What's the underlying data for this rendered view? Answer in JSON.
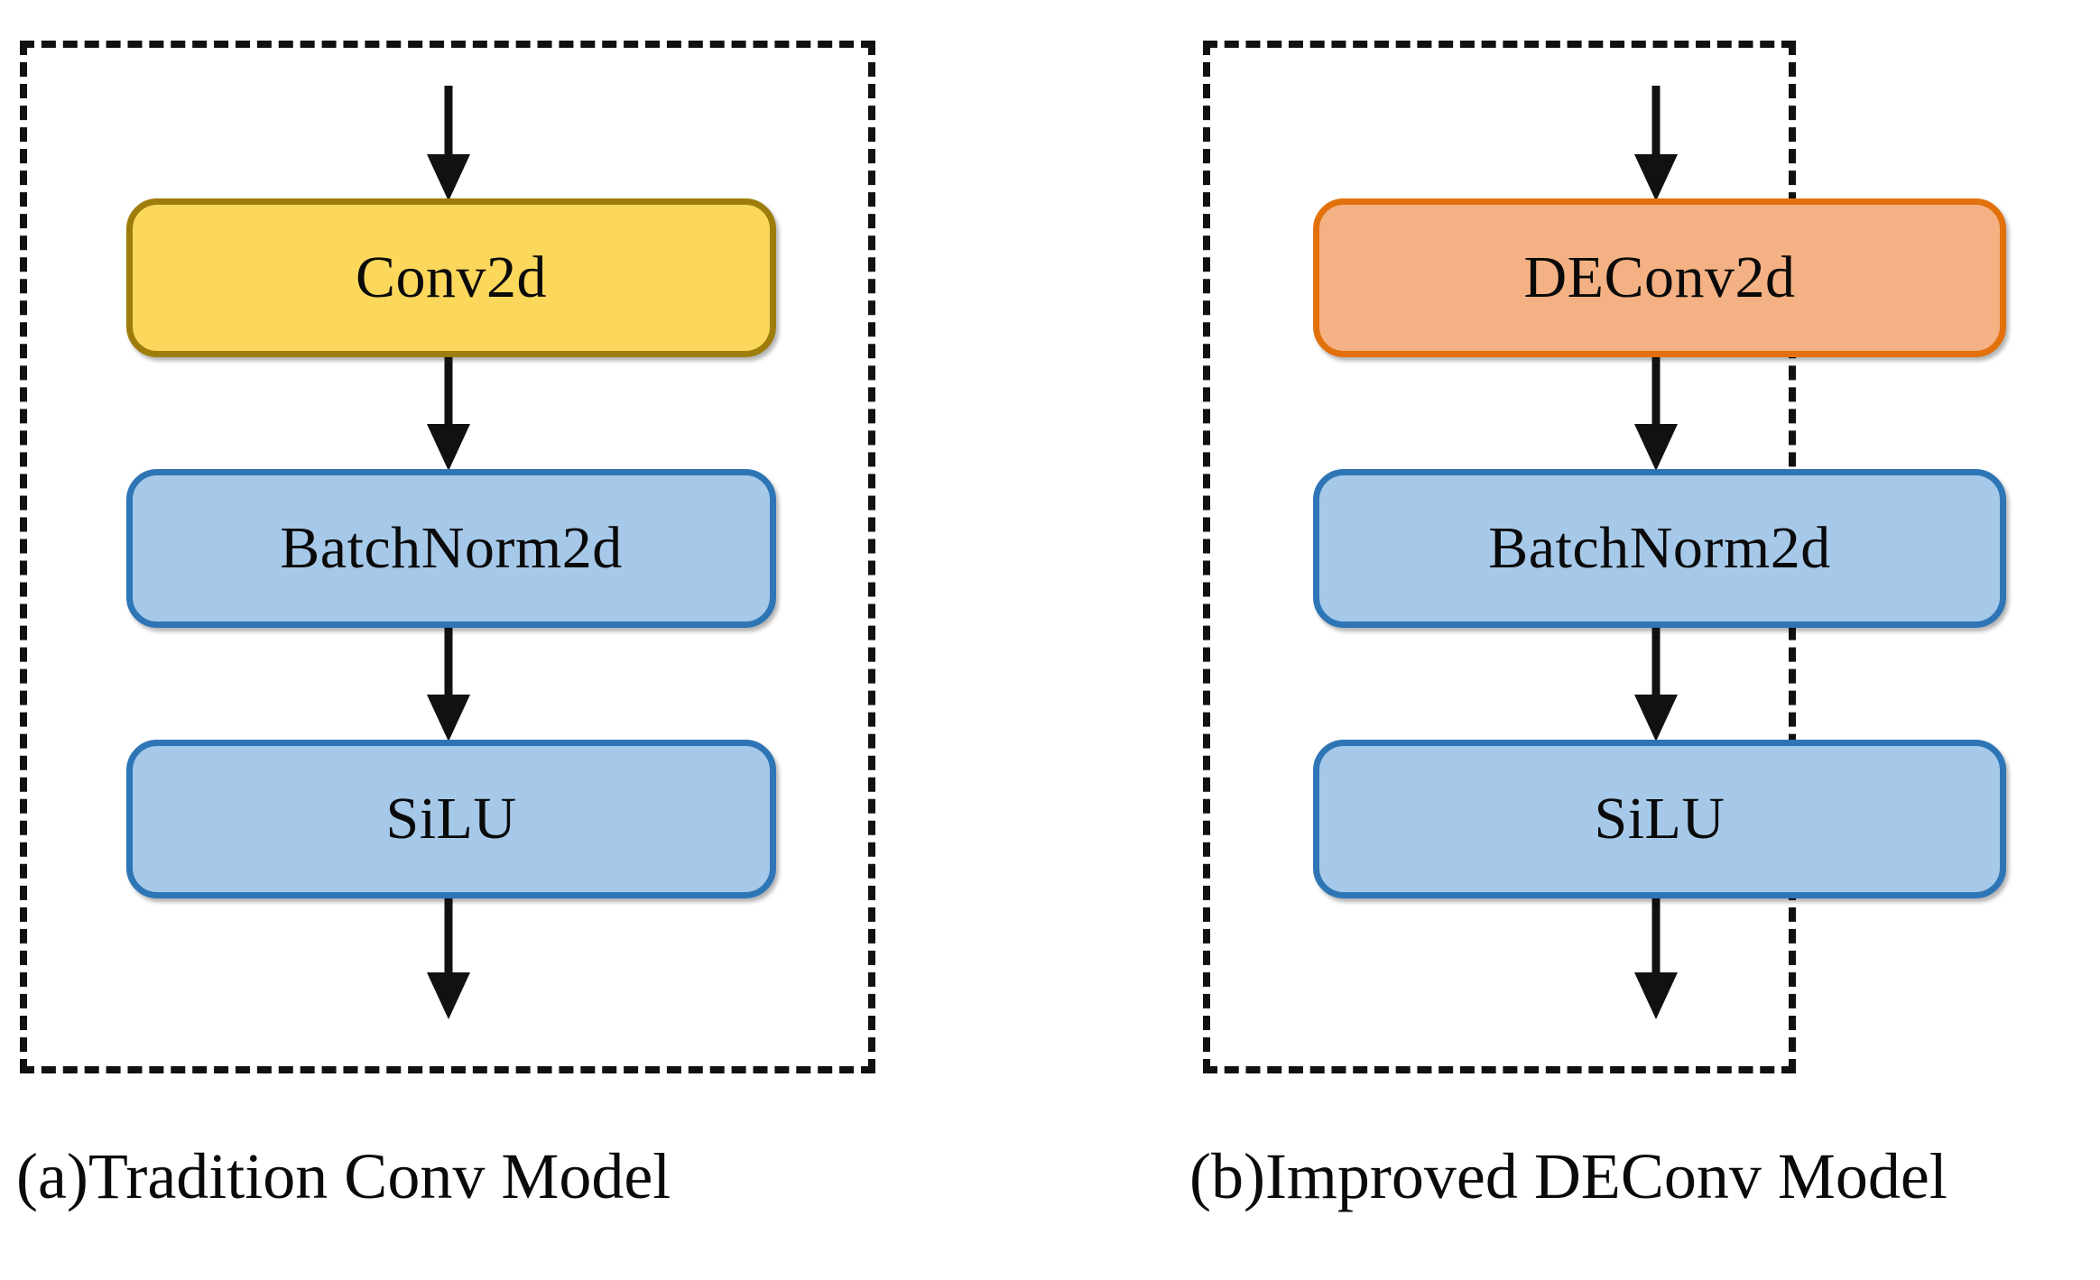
{
  "figure": {
    "type": "flowchart",
    "description": "Side-by-side comparison of a traditional convolution block and an improved DEConv block",
    "background_color": "#FFFFFF"
  },
  "palette": {
    "conv_fill": "#FBD75B",
    "conv_border": "#9E7D0A",
    "deconv_fill": "#F4B183",
    "deconv_border": "#E2710B",
    "blue_fill": "#A6C9E9",
    "blue_border": "#2E75B6",
    "stroke": "#111111"
  },
  "panels": [
    {
      "id": "a",
      "caption": "(a)Tradition Conv Model",
      "border_style": "dashed",
      "nodes": [
        {
          "id": "conv2d",
          "label": "Conv2d",
          "style": "conv"
        },
        {
          "id": "batchnorm2d",
          "label": "BatchNorm2d",
          "style": "blue"
        },
        {
          "id": "silu",
          "label": "SiLU",
          "style": "blue"
        }
      ],
      "edges": [
        {
          "from": "input",
          "to": "conv2d",
          "kind": "arrow-down"
        },
        {
          "from": "conv2d",
          "to": "batchnorm2d",
          "kind": "arrow-down"
        },
        {
          "from": "batchnorm2d",
          "to": "silu",
          "kind": "arrow-down"
        },
        {
          "from": "silu",
          "to": "output",
          "kind": "arrow-down"
        }
      ]
    },
    {
      "id": "b",
      "caption": "(b)Improved DEConv Model",
      "border_style": "dashed",
      "nodes": [
        {
          "id": "deconv2d",
          "label": "DEConv2d",
          "style": "deconv"
        },
        {
          "id": "batchnorm2d",
          "label": "BatchNorm2d",
          "style": "blue"
        },
        {
          "id": "silu",
          "label": "SiLU",
          "style": "blue"
        }
      ],
      "edges": [
        {
          "from": "input",
          "to": "deconv2d",
          "kind": "arrow-down"
        },
        {
          "from": "deconv2d",
          "to": "batchnorm2d",
          "kind": "arrow-down"
        },
        {
          "from": "batchnorm2d",
          "to": "silu",
          "kind": "arrow-down"
        },
        {
          "from": "silu",
          "to": "output",
          "kind": "arrow-down"
        }
      ]
    }
  ]
}
